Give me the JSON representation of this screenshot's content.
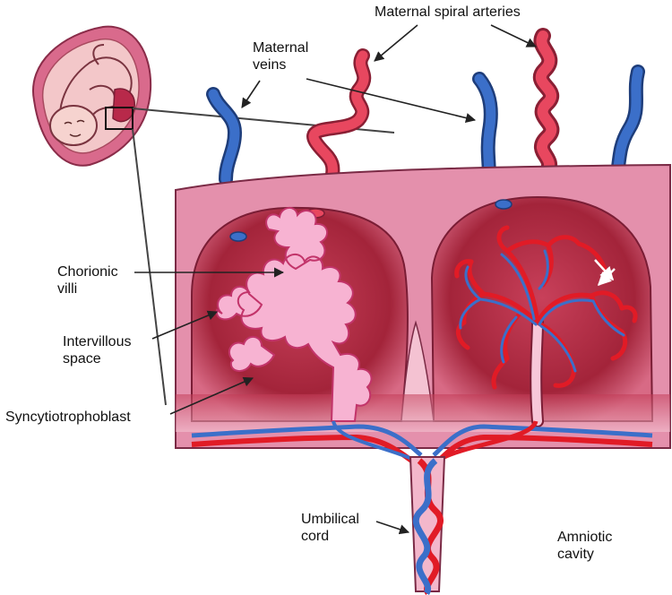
{
  "labels": {
    "maternal_spiral_arteries": "Maternal spiral arteries",
    "maternal_veins": "Maternal\nveins",
    "chorionic_villi": "Chorionic\nvilli",
    "intervillous_space": "Intervillous\nspace",
    "syncytiotrophoblast": "Syncytiotrophoblast",
    "umbilical_cord": "Umbilical\ncord",
    "amniotic_cavity": "Amniotic\ncavity"
  },
  "colors": {
    "artery": "#e8475f",
    "vein": "#3b6fc9",
    "decidua": "#e490ac",
    "chamber": "#b42e45",
    "villus": "#f7b3d2",
    "fetal_artery": "#e11b26",
    "line": "#222222"
  }
}
